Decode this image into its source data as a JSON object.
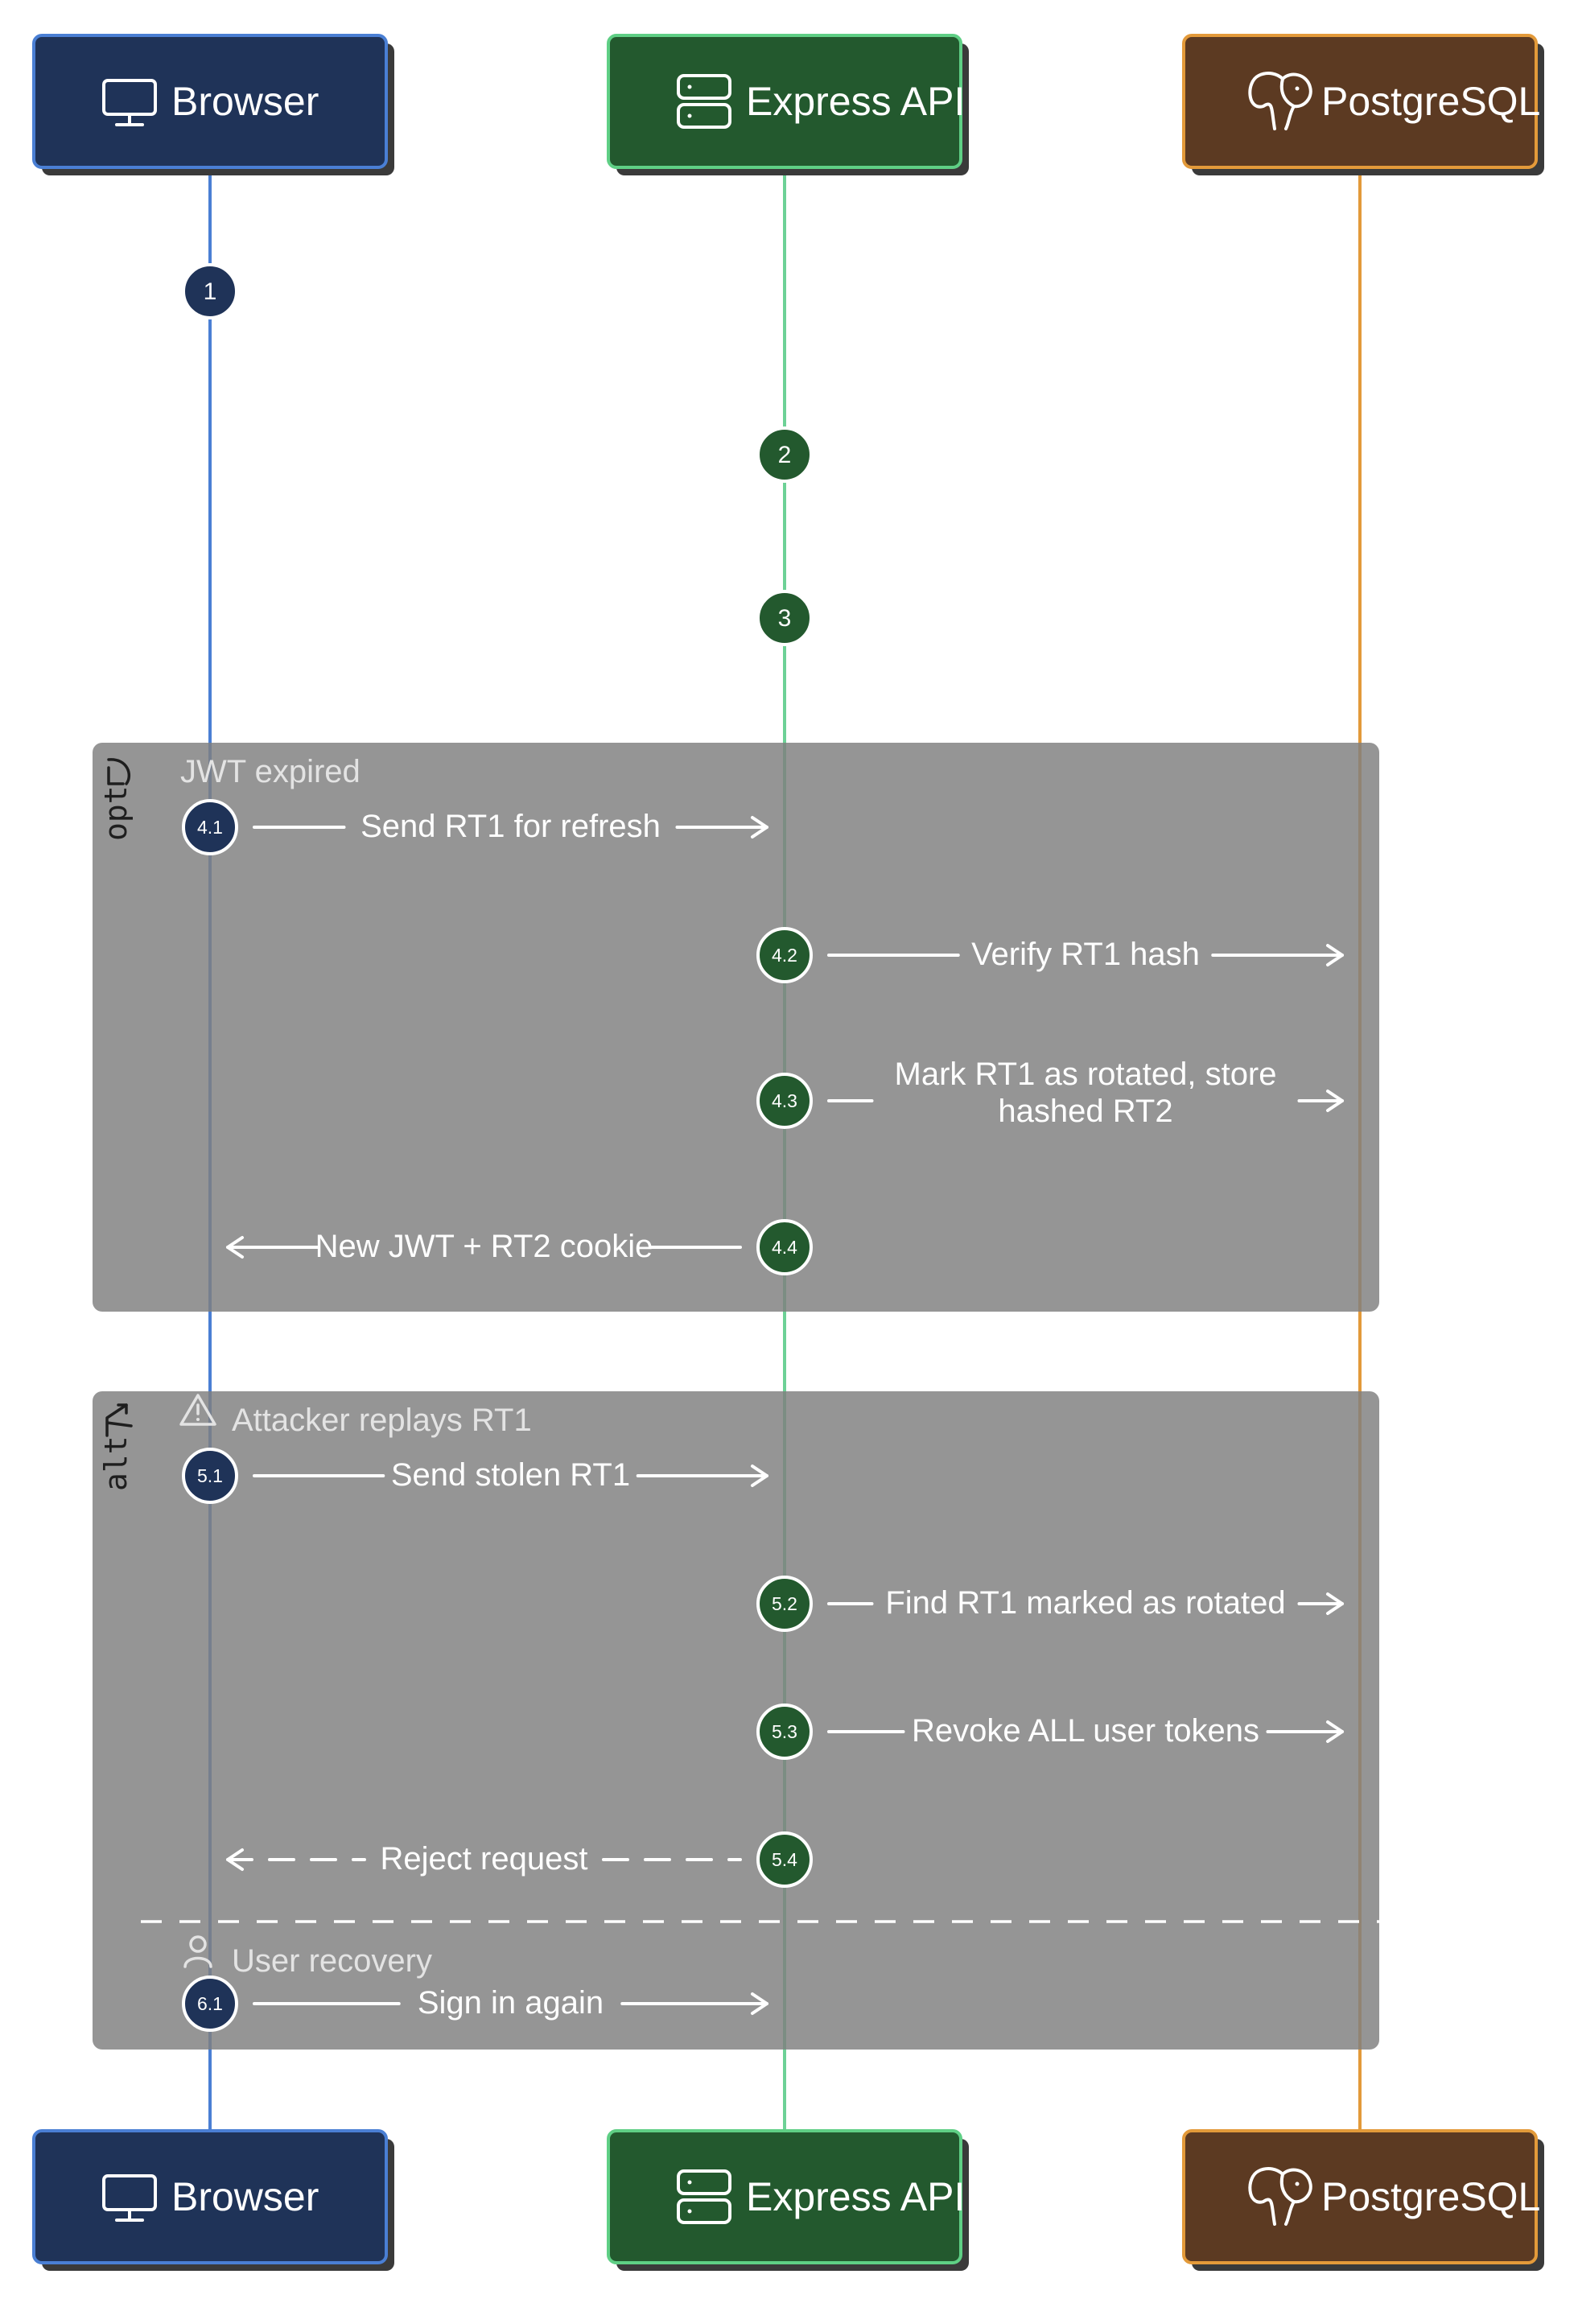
{
  "actors": [
    {
      "id": "browser",
      "name": "Browser",
      "icon": "monitor-icon",
      "fill": "#1f3358",
      "stroke": "#4a7fd4",
      "line": "#4a7fd4"
    },
    {
      "id": "api",
      "name": "Express API",
      "icon": "server-icon",
      "fill": "#23592e",
      "stroke": "#5fcf85",
      "line": "#6dd196"
    },
    {
      "id": "db",
      "name": "PostgreSQL",
      "icon": "postgres-elephant-icon",
      "fill": "#5c3a22",
      "stroke": "#e39a3a",
      "line": "#e39a3a"
    }
  ],
  "steps": [
    {
      "n": "1",
      "actor": "browser",
      "label": ""
    },
    {
      "n": "2",
      "actor": "api",
      "label": ""
    },
    {
      "n": "3",
      "actor": "api",
      "label": ""
    }
  ],
  "frames": [
    {
      "kind": "opt",
      "icon": "refresh-icon",
      "sections": [
        {
          "title": "JWT expired",
          "icon": "",
          "messages": [
            {
              "n": "4.1",
              "from": "browser",
              "to": "api",
              "label": "Send RT1 for refresh",
              "dashed": false
            },
            {
              "n": "4.2",
              "from": "api",
              "to": "db",
              "label": "Verify RT1 hash",
              "dashed": false
            },
            {
              "n": "4.3",
              "from": "api",
              "to": "db",
              "label": "Mark RT1 as rotated, store\nhashed RT2",
              "dashed": false
            },
            {
              "n": "4.4",
              "from": "api",
              "to": "browser",
              "label": "New JWT + RT2 cookie",
              "dashed": false
            }
          ]
        }
      ]
    },
    {
      "kind": "alt",
      "icon": "branch-icon",
      "sections": [
        {
          "title": "Attacker replays RT1",
          "icon": "warning-icon",
          "messages": [
            {
              "n": "5.1",
              "from": "browser",
              "to": "api",
              "label": "Send stolen RT1",
              "dashed": false
            },
            {
              "n": "5.2",
              "from": "api",
              "to": "db",
              "label": "Find RT1 marked as rotated",
              "dashed": false
            },
            {
              "n": "5.3",
              "from": "api",
              "to": "db",
              "label": "Revoke ALL user tokens",
              "dashed": false
            },
            {
              "n": "5.4",
              "from": "api",
              "to": "browser",
              "label": "Reject request",
              "dashed": true
            }
          ]
        },
        {
          "title": "User recovery",
          "icon": "user-icon",
          "messages": [
            {
              "n": "6.1",
              "from": "browser",
              "to": "api",
              "label": "Sign in again",
              "dashed": false
            }
          ]
        }
      ]
    }
  ]
}
